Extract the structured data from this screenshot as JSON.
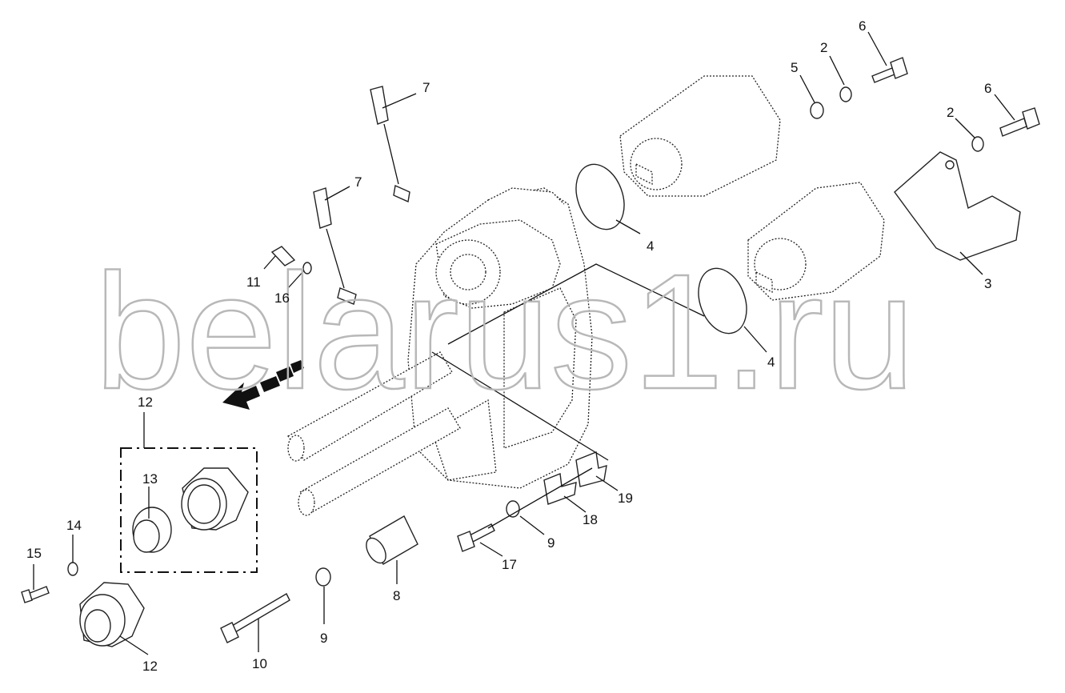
{
  "watermark": "belarus1.ru",
  "callouts": {
    "n1": "7",
    "n2": "7",
    "n3": "5",
    "n4": "2",
    "n5": "6",
    "n6": "6",
    "n7": "2",
    "n8": "4",
    "n9": "3",
    "n10": "4",
    "n11": "11",
    "n12": "16",
    "n13": "12",
    "n14": "13",
    "n15": "14",
    "n16": "15",
    "n17": "12",
    "n18": "10",
    "n19": "9",
    "n20": "8",
    "n21": "17",
    "n22": "9",
    "n23": "18",
    "n24": "19"
  }
}
